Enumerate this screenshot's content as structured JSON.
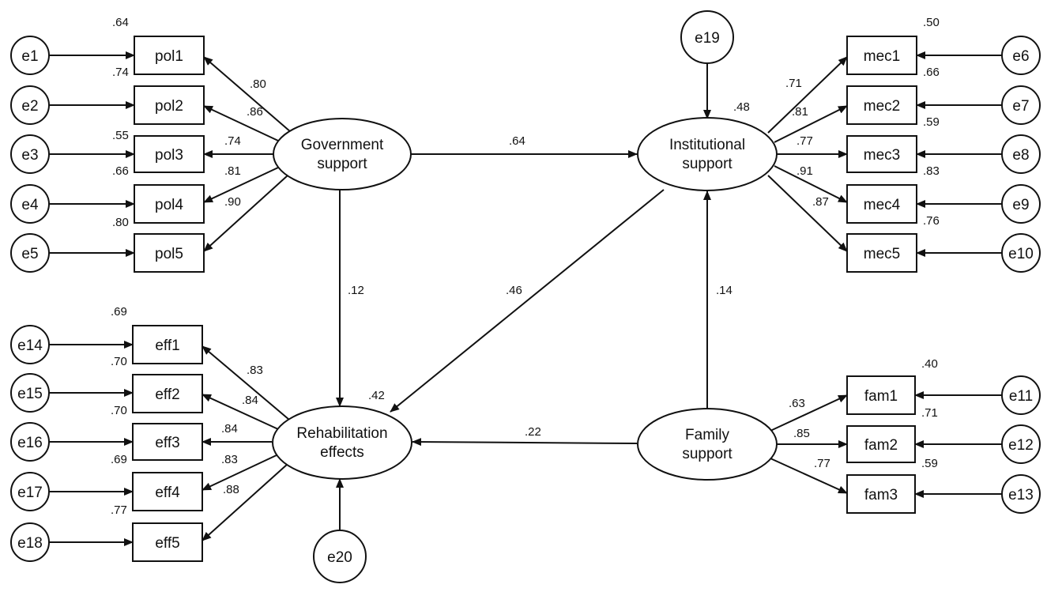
{
  "latents": {
    "gov": [
      "Government",
      "support"
    ],
    "inst": [
      "Institutional",
      "support"
    ],
    "reh": [
      "Rehabilitation",
      "effects"
    ],
    "fam": [
      "Family",
      "support"
    ]
  },
  "errors": {
    "e1": "e1",
    "e2": "e2",
    "e3": "e3",
    "e4": "e4",
    "e5": "e5",
    "e6": "e6",
    "e7": "e7",
    "e8": "e8",
    "e9": "e9",
    "e10": "e10",
    "e11": "e11",
    "e12": "e12",
    "e13": "e13",
    "e14": "e14",
    "e15": "e15",
    "e16": "e16",
    "e17": "e17",
    "e18": "e18",
    "e19": "e19",
    "e20": "e20"
  },
  "indicators": {
    "pol1": "pol1",
    "pol2": "pol2",
    "pol3": "pol3",
    "pol4": "pol4",
    "pol5": "pol5",
    "mec1": "mec1",
    "mec2": "mec2",
    "mec3": "mec3",
    "mec4": "mec4",
    "mec5": "mec5",
    "eff1": "eff1",
    "eff2": "eff2",
    "eff3": "eff3",
    "eff4": "eff4",
    "eff5": "eff5",
    "fam1": "fam1",
    "fam2": "fam2",
    "fam3": "fam3"
  },
  "loadings": {
    "pol1": ".80",
    "pol2": ".86",
    "pol3": ".74",
    "pol4": ".81",
    "pol5": ".90",
    "mec1": ".71",
    "mec2": ".81",
    "mec3": ".77",
    "mec4": ".91",
    "mec5": ".87",
    "eff1": ".83",
    "eff2": ".84",
    "eff3": ".84",
    "eff4": ".83",
    "eff5": ".88",
    "fam1": ".63",
    "fam2": ".85",
    "fam3": ".77"
  },
  "r_squared": {
    "pol1": ".64",
    "pol2": ".74",
    "pol3": ".55",
    "pol4": ".66",
    "pol5": ".80",
    "mec1": ".50",
    "mec2": ".66",
    "mec3": ".59",
    "mec4": ".83",
    "mec5": ".76",
    "eff1": ".69",
    "eff2": ".70",
    "eff3": ".70",
    "eff4": ".69",
    "eff5": ".77",
    "fam1": ".40",
    "fam2": ".71",
    "fam3": ".59",
    "inst": ".48",
    "reh": ".42"
  },
  "paths": {
    "gov_inst": ".64",
    "gov_reh": ".12",
    "inst_reh": ".46",
    "fam_inst": ".14",
    "fam_reh": ".22"
  }
}
